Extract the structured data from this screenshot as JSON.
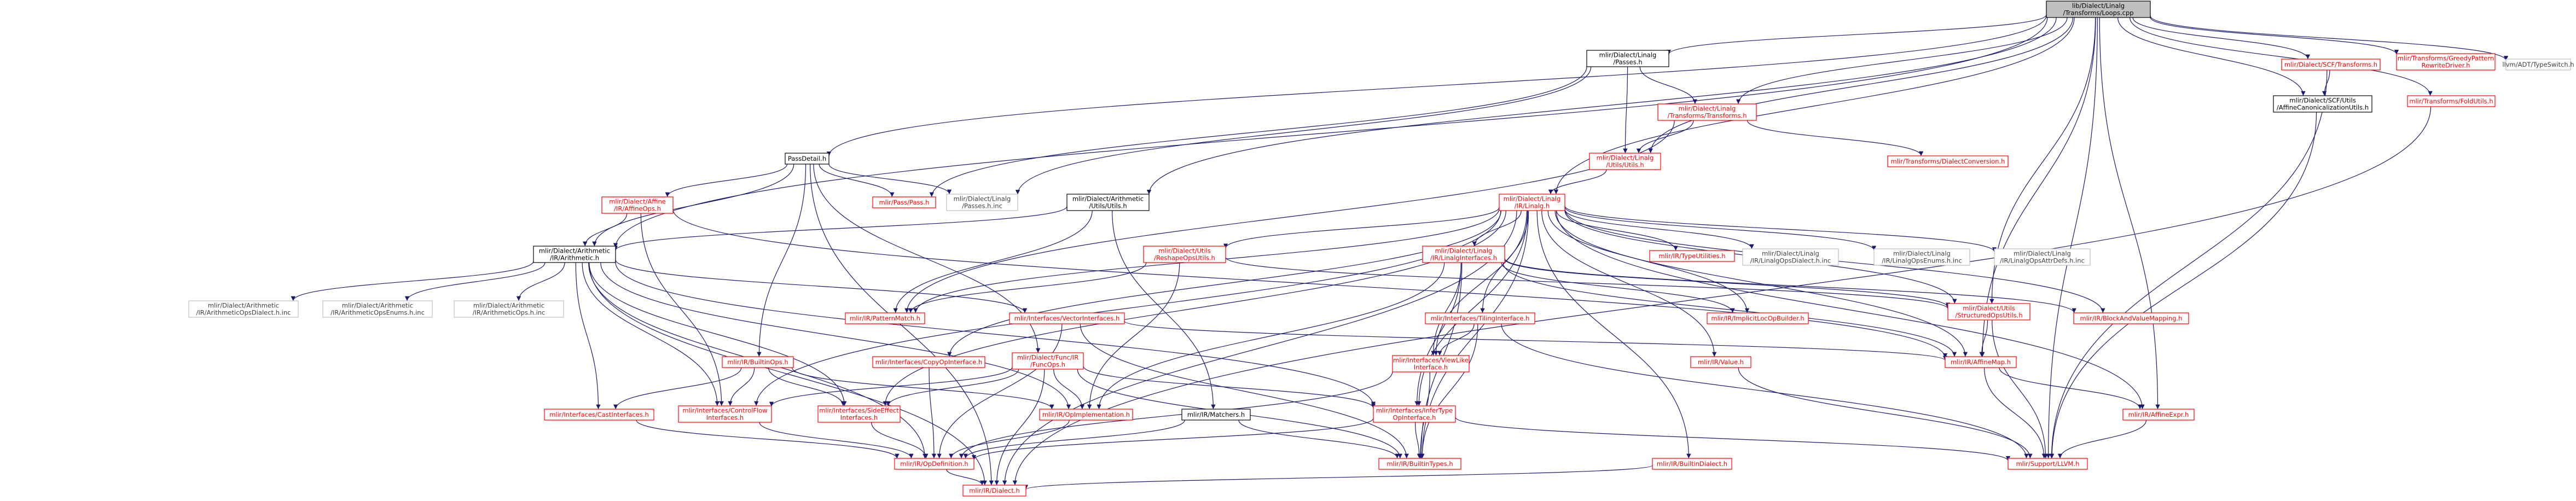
{
  "colors": {
    "edge": "#191970",
    "root_fill": "#bfbfbf",
    "node_fill": "#ffffff",
    "linked_stroke": "#ff0000",
    "linked_text": "#ff0000",
    "plain_stroke": "#000000",
    "plain_text": "#000000",
    "external_stroke": "#bfbfbf",
    "external_text": "#404040"
  },
  "nodes": [
    {
      "id": "root",
      "label": "lib/Dialect/Linalg\n/Transforms/Loops.cpp",
      "kind": "root"
    },
    {
      "id": "linalg_passes",
      "label": "mlir/Dialect/Linalg\n/Passes.h",
      "kind": "plain"
    },
    {
      "id": "linalg_transforms",
      "label": "mlir/Dialect/Linalg\n/Transforms/Transforms.h",
      "kind": "linked"
    },
    {
      "id": "scf_transforms",
      "label": "mlir/Dialect/SCF/Transforms.h",
      "kind": "linked"
    },
    {
      "id": "scf_affine_canon",
      "label": "mlir/Dialect/SCF/Utils\n/AffineCanonicalizationUtils.h",
      "kind": "plain"
    },
    {
      "id": "greedy",
      "label": "mlir/Transforms/GreedyPattern\nRewriteDriver.h",
      "kind": "linked"
    },
    {
      "id": "typeswitch",
      "label": "llvm/ADT/TypeSwitch.h",
      "kind": "external"
    },
    {
      "id": "fold_utils",
      "label": "mlir/Transforms/FoldUtils.h",
      "kind": "linked"
    },
    {
      "id": "pass_detail",
      "label": "PassDetail.h",
      "kind": "plain"
    },
    {
      "id": "linalg_utils",
      "label": "mlir/Dialect/Linalg\n/Utils/Utils.h",
      "kind": "linked"
    },
    {
      "id": "dialect_conversion",
      "label": "mlir/Transforms/DialectConversion.h",
      "kind": "linked"
    },
    {
      "id": "pass_pass",
      "label": "mlir/Pass/Pass.h",
      "kind": "linked"
    },
    {
      "id": "linalg_passes_inc",
      "label": "mlir/Dialect/Linalg\n/Passes.h.inc",
      "kind": "external"
    },
    {
      "id": "arith_utils",
      "label": "mlir/Dialect/Arithmetic\n/Utils/Utils.h",
      "kind": "plain"
    },
    {
      "id": "linalg_linalg",
      "label": "mlir/Dialect/Linalg\n/IR/Linalg.h",
      "kind": "linked"
    },
    {
      "id": "affine_ops",
      "label": "mlir/Dialect/Affine\n/IR/AffineOps.h",
      "kind": "linked"
    },
    {
      "id": "arith_h",
      "label": "mlir/Dialect/Arithmetic\n/IR/Arithmetic.h",
      "kind": "plain"
    },
    {
      "id": "arith_dialect_inc",
      "label": "mlir/Dialect/Arithmetic\n/IR/ArithmeticOpsDialect.h.inc",
      "kind": "external"
    },
    {
      "id": "arith_enums_inc",
      "label": "mlir/Dialect/Arithmetic\n/IR/ArithmeticOpsEnums.h.inc",
      "kind": "external"
    },
    {
      "id": "arith_ops_inc",
      "label": "mlir/Dialect/Arithmetic\n/IR/ArithmeticOps.h.inc",
      "kind": "external"
    },
    {
      "id": "utils_reshape",
      "label": "mlir/Dialect/Utils\n/ReshapeOpsUtils.h",
      "kind": "linked"
    },
    {
      "id": "pattern_match",
      "label": "mlir/IR/PatternMatch.h",
      "kind": "linked"
    },
    {
      "id": "vector_interfaces",
      "label": "mlir/Interfaces/VectorInterfaces.h",
      "kind": "linked"
    },
    {
      "id": "linalg_interfaces",
      "label": "mlir/Dialect/Linalg\n/IR/LinalgInterfaces.h",
      "kind": "linked"
    },
    {
      "id": "type_utilities",
      "label": "mlir/IR/TypeUtilities.h",
      "kind": "linked"
    },
    {
      "id": "linalg_dialect_inc",
      "label": "mlir/Dialect/Linalg\n/IR/LinalgOpsDialect.h.inc",
      "kind": "external"
    },
    {
      "id": "linalg_enums_inc",
      "label": "mlir/Dialect/Linalg\n/IR/LinalgOpsEnums.h.inc",
      "kind": "external"
    },
    {
      "id": "linalg_attrdefs_inc",
      "label": "mlir/Dialect/Linalg\n/IR/LinalgOpsAttrDefs.h.inc",
      "kind": "external"
    },
    {
      "id": "tiling_interface",
      "label": "mlir/Interfaces/TilingInterface.h",
      "kind": "linked"
    },
    {
      "id": "implicit_loc",
      "label": "mlir/IR/ImplicitLocOpBuilder.h",
      "kind": "linked"
    },
    {
      "id": "block_value_map",
      "label": "mlir/IR/BlockAndValueMapping.h",
      "kind": "linked"
    },
    {
      "id": "structured_ops",
      "label": "mlir/Dialect/Utils\n/StructuredOpsUtils.h",
      "kind": "linked"
    },
    {
      "id": "builtin_ops",
      "label": "mlir/IR/BuiltinOps.h",
      "kind": "linked"
    },
    {
      "id": "copy_interface",
      "label": "mlir/Interfaces/CopyOpInterface.h",
      "kind": "linked"
    },
    {
      "id": "func_ops",
      "label": "mlir/Dialect/Func/IR\n/FuncOps.h",
      "kind": "linked"
    },
    {
      "id": "view_like",
      "label": "mlir/Interfaces/ViewLike\nInterface.h",
      "kind": "linked"
    },
    {
      "id": "ir_value",
      "label": "mlir/IR/Value.h",
      "kind": "linked"
    },
    {
      "id": "affine_map",
      "label": "mlir/IR/AffineMap.h",
      "kind": "linked"
    },
    {
      "id": "cast_interfaces",
      "label": "mlir/Interfaces/CastInterfaces.h",
      "kind": "linked"
    },
    {
      "id": "control_flow",
      "label": "mlir/Interfaces/ControlFlow\nInterfaces.h",
      "kind": "linked"
    },
    {
      "id": "side_effect",
      "label": "mlir/Interfaces/SideEffect\nInterfaces.h",
      "kind": "linked"
    },
    {
      "id": "op_impl",
      "label": "mlir/IR/OpImplementation.h",
      "kind": "linked"
    },
    {
      "id": "matchers",
      "label": "mlir/IR/Matchers.h",
      "kind": "plain"
    },
    {
      "id": "infer_type",
      "label": "mlir/Interfaces/InferType\nOpInterface.h",
      "kind": "linked"
    },
    {
      "id": "affine_expr",
      "label": "mlir/IR/AffineExpr.h",
      "kind": "linked"
    },
    {
      "id": "op_definition",
      "label": "mlir/IR/OpDefinition.h",
      "kind": "linked"
    },
    {
      "id": "builtin_types",
      "label": "mlir/IR/BuiltinTypes.h",
      "kind": "linked"
    },
    {
      "id": "builtin_dialect",
      "label": "mlir/IR/BuiltinDialect.h",
      "kind": "linked"
    },
    {
      "id": "support_llvm",
      "label": "mlir/Support/LLVM.h",
      "kind": "linked"
    },
    {
      "id": "ir_dialect",
      "label": "mlir/IR/Dialect.h",
      "kind": "linked"
    }
  ],
  "edges": [
    [
      "root",
      "linalg_passes"
    ],
    [
      "root",
      "linalg_transforms"
    ],
    [
      "root",
      "scf_transforms"
    ],
    [
      "root",
      "scf_affine_canon"
    ],
    [
      "root",
      "greedy"
    ],
    [
      "root",
      "typeswitch"
    ],
    [
      "root",
      "fold_utils"
    ],
    [
      "root",
      "pass_detail"
    ],
    [
      "root",
      "linalg_utils"
    ],
    [
      "root",
      "arith_utils"
    ],
    [
      "root",
      "linalg_linalg"
    ],
    [
      "root",
      "arith_h"
    ],
    [
      "root",
      "affine_map"
    ],
    [
      "root",
      "affine_expr"
    ],
    [
      "root",
      "structured_ops"
    ],
    [
      "root",
      "support_llvm"
    ],
    [
      "linalg_passes",
      "pass_pass"
    ],
    [
      "linalg_passes",
      "linalg_passes_inc"
    ],
    [
      "linalg_passes",
      "linalg_transforms"
    ],
    [
      "linalg_passes",
      "linalg_utils"
    ],
    [
      "linalg_transforms",
      "linalg_utils"
    ],
    [
      "linalg_transforms",
      "dialect_conversion"
    ],
    [
      "linalg_transforms",
      "pattern_match"
    ],
    [
      "scf_transforms",
      "scf_affine_canon"
    ],
    [
      "scf_transforms",
      "support_llvm"
    ],
    [
      "scf_affine_canon",
      "support_llvm"
    ],
    [
      "fold_utils",
      "ir_dialect"
    ],
    [
      "pass_detail",
      "pass_pass"
    ],
    [
      "pass_detail",
      "linalg_passes_inc"
    ],
    [
      "pass_detail",
      "affine_ops"
    ],
    [
      "pass_detail",
      "arith_h"
    ],
    [
      "pass_detail",
      "builtin_ops"
    ],
    [
      "pass_detail",
      "func_ops"
    ],
    [
      "pass_detail",
      "ir_dialect"
    ],
    [
      "linalg_utils",
      "linalg_linalg"
    ],
    [
      "arith_utils",
      "arith_h"
    ],
    [
      "arith_utils",
      "matchers"
    ],
    [
      "arith_utils",
      "pattern_match"
    ],
    [
      "affine_ops",
      "arith_h"
    ],
    [
      "affine_ops",
      "affine_map"
    ],
    [
      "affine_ops",
      "control_flow"
    ],
    [
      "arith_h",
      "arith_dialect_inc"
    ],
    [
      "arith_h",
      "arith_enums_inc"
    ],
    [
      "arith_h",
      "arith_ops_inc"
    ],
    [
      "arith_h",
      "vector_interfaces"
    ],
    [
      "arith_h",
      "cast_interfaces"
    ],
    [
      "arith_h",
      "control_flow"
    ],
    [
      "arith_h",
      "side_effect"
    ],
    [
      "arith_h",
      "op_impl"
    ],
    [
      "arith_h",
      "op_definition"
    ],
    [
      "arith_h",
      "infer_type"
    ],
    [
      "arith_h",
      "ir_dialect"
    ],
    [
      "linalg_linalg",
      "utils_reshape"
    ],
    [
      "linalg_linalg",
      "pattern_match"
    ],
    [
      "linalg_linalg",
      "linalg_interfaces"
    ],
    [
      "linalg_linalg",
      "type_utilities"
    ],
    [
      "linalg_linalg",
      "linalg_dialect_inc"
    ],
    [
      "linalg_linalg",
      "linalg_enums_inc"
    ],
    [
      "linalg_linalg",
      "linalg_attrdefs_inc"
    ],
    [
      "linalg_linalg",
      "tiling_interface"
    ],
    [
      "linalg_linalg",
      "implicit_loc"
    ],
    [
      "linalg_linalg",
      "block_value_map"
    ],
    [
      "linalg_linalg",
      "structured_ops"
    ],
    [
      "linalg_linalg",
      "copy_interface"
    ],
    [
      "linalg_linalg",
      "view_like"
    ],
    [
      "linalg_linalg",
      "ir_value"
    ],
    [
      "linalg_linalg",
      "affine_map"
    ],
    [
      "linalg_linalg",
      "infer_type"
    ],
    [
      "linalg_linalg",
      "control_flow"
    ],
    [
      "linalg_linalg",
      "side_effect"
    ],
    [
      "linalg_linalg",
      "builtin_dialect"
    ],
    [
      "linalg_linalg",
      "builtin_types"
    ],
    [
      "linalg_linalg",
      "affine_expr"
    ],
    [
      "linalg_linalg",
      "ir_dialect"
    ],
    [
      "utils_reshape",
      "structured_ops"
    ],
    [
      "utils_reshape",
      "op_impl"
    ],
    [
      "utils_reshape",
      "pattern_match"
    ],
    [
      "vector_interfaces",
      "op_definition"
    ],
    [
      "vector_interfaces",
      "affine_map"
    ],
    [
      "vector_interfaces",
      "builtin_types"
    ],
    [
      "linalg_interfaces",
      "view_like"
    ],
    [
      "linalg_interfaces",
      "infer_type"
    ],
    [
      "linalg_interfaces",
      "block_value_map"
    ],
    [
      "linalg_interfaces",
      "implicit_loc"
    ],
    [
      "linalg_interfaces",
      "affine_map"
    ],
    [
      "linalg_interfaces",
      "op_impl"
    ],
    [
      "linalg_interfaces",
      "builtin_types"
    ],
    [
      "linalg_interfaces",
      "structured_ops"
    ],
    [
      "tiling_interface",
      "view_like"
    ],
    [
      "tiling_interface",
      "builtin_types"
    ],
    [
      "tiling_interface",
      "support_llvm"
    ],
    [
      "structured_ops",
      "affine_map"
    ],
    [
      "structured_ops",
      "support_llvm"
    ],
    [
      "builtin_ops",
      "cast_interfaces"
    ],
    [
      "builtin_ops",
      "side_effect"
    ],
    [
      "builtin_ops",
      "control_flow"
    ],
    [
      "builtin_ops",
      "op_impl"
    ],
    [
      "copy_interface",
      "op_definition"
    ],
    [
      "func_ops",
      "op_impl"
    ],
    [
      "func_ops",
      "side_effect"
    ],
    [
      "func_ops",
      "control_flow"
    ],
    [
      "func_ops",
      "infer_type"
    ],
    [
      "func_ops",
      "builtin_types"
    ],
    [
      "func_ops",
      "ir_dialect"
    ],
    [
      "view_like",
      "op_definition"
    ],
    [
      "view_like",
      "builtin_types"
    ],
    [
      "ir_value",
      "support_llvm"
    ],
    [
      "affine_map",
      "affine_expr"
    ],
    [
      "affine_map",
      "support_llvm"
    ],
    [
      "cast_interfaces",
      "op_definition"
    ],
    [
      "control_flow",
      "op_definition"
    ],
    [
      "side_effect",
      "op_definition"
    ],
    [
      "op_impl",
      "op_definition"
    ],
    [
      "matchers",
      "op_definition"
    ],
    [
      "matchers",
      "builtin_types"
    ],
    [
      "infer_type",
      "builtin_types"
    ],
    [
      "infer_type",
      "op_definition"
    ],
    [
      "infer_type",
      "support_llvm"
    ],
    [
      "affine_expr",
      "support_llvm"
    ],
    [
      "op_definition",
      "ir_dialect"
    ],
    [
      "builtin_dialect",
      "ir_dialect"
    ]
  ]
}
